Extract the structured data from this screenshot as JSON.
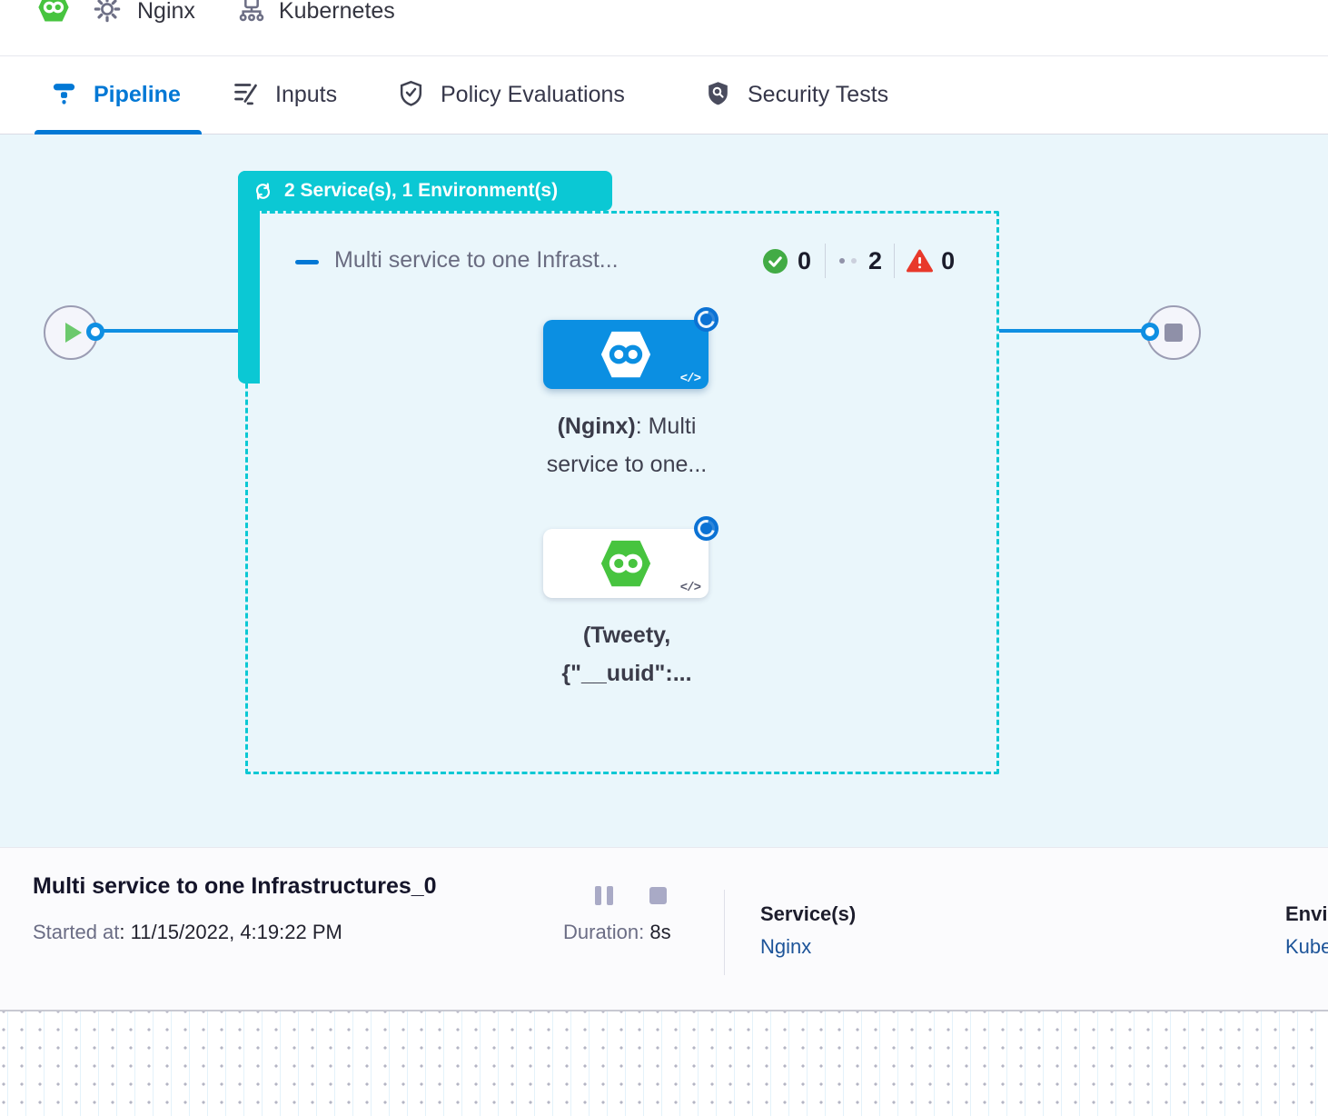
{
  "colors": {
    "teal": "#0bc8d4",
    "accent_blue": "#0278d5",
    "line_blue": "#0f8fe2",
    "card_blue": "#0b8fe2",
    "logo_green": "#47c43f",
    "success_green": "#42ab45",
    "error_red": "#e8392b",
    "canvas_bg": "#eaf6fb",
    "link_blue": "#1d5499"
  },
  "breadcrumb": {
    "service_label": "Nginx",
    "environment_label": "Kubernetes"
  },
  "tabs": [
    {
      "label": "Pipeline",
      "active": true
    },
    {
      "label": "Inputs",
      "active": false
    },
    {
      "label": "Policy Evaluations",
      "active": false
    },
    {
      "label": "Security Tests",
      "active": false
    }
  ],
  "canvas": {
    "badge_label": "2 Service(s), 1 Environment(s)",
    "group": {
      "title": "Multi service to one Infrast...",
      "success_count": "0",
      "running_count": "2",
      "failed_count": "0"
    },
    "stages": [
      {
        "name_line1_bold": "(Nginx)",
        "name_line1_rest": ": Multi",
        "name_line2": "service to one...",
        "code_icon": "</>"
      },
      {
        "name_line1_bold": "(Tweety,",
        "name_line2": "{\"__uuid\":...",
        "code_icon": "</>"
      }
    ]
  },
  "footer": {
    "title": "Multi service to one Infrastructures_0",
    "started_label": "Started at",
    "started_value": ": 11/15/2022, 4:19:22 PM",
    "duration_label": "Duration:",
    "duration_value": "8s",
    "services_label": "Service(s)",
    "services_value": "Nginx",
    "environments_label": "Environment(s)",
    "environments_value": "Kubernetes"
  }
}
